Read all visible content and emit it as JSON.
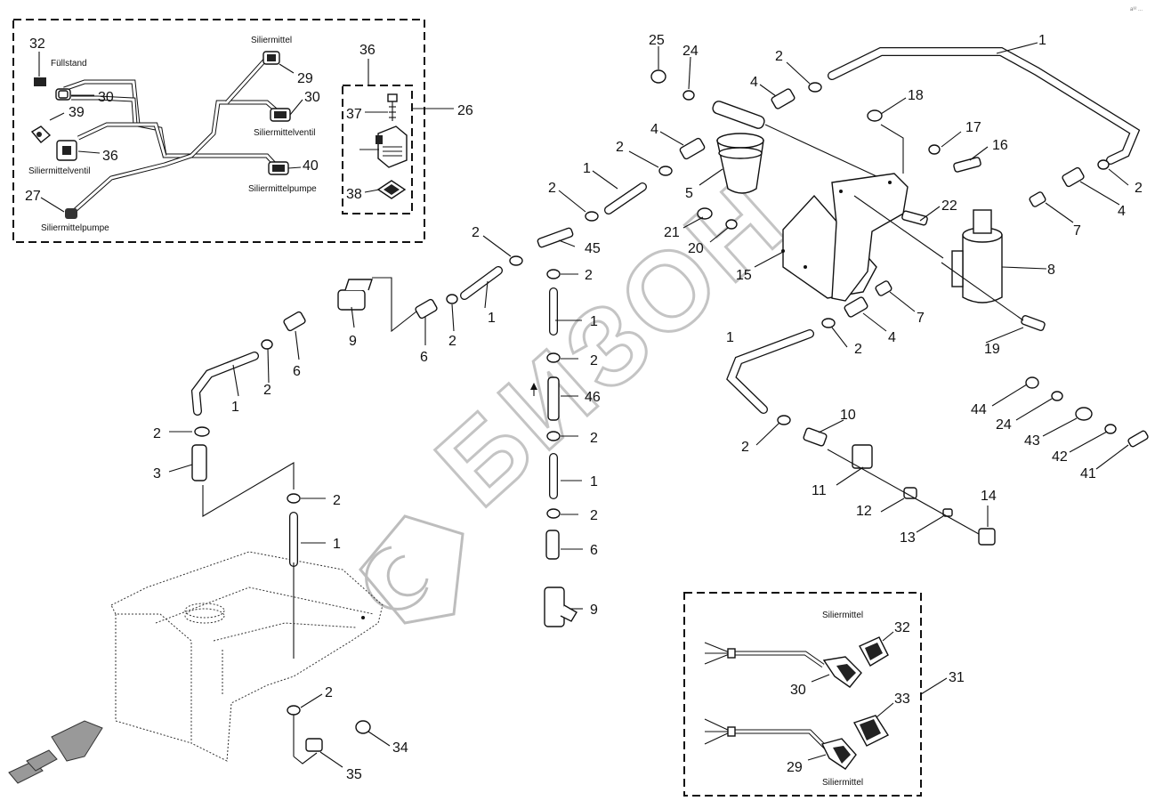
{
  "corner_mark": "a³² ...",
  "watermark": {
    "text": "БИЗОН"
  },
  "inset_top_left": {
    "callout": "26",
    "labels": {
      "fuellstand": "Füllstand",
      "siliermittel": "Siliermittel",
      "siliermittelventil_top": "Siliermittelventil",
      "siliermittelventil_left": "Siliermittelventil",
      "siliermittelpumpe_right": "Siliermittelpumpe",
      "siliermittelpumpe_bottom": "Siliermittelpumpe"
    },
    "numbers": [
      "32",
      "30",
      "39",
      "36",
      "27",
      "29",
      "30",
      "40",
      "36",
      "37",
      "38"
    ]
  },
  "inset_bottom_right": {
    "callout": "31",
    "labels": {
      "top": "Siliermittel",
      "bottom": "Siliermittel"
    },
    "numbers": [
      "32",
      "30",
      "33",
      "29"
    ]
  },
  "callouts": {
    "n25": "25",
    "n24a": "24",
    "n2a": "2",
    "n4a": "4",
    "n1a": "1",
    "n18": "18",
    "n17": "17",
    "n16": "16",
    "n4b": "4",
    "n2b": "2",
    "n5": "5",
    "n2c": "2",
    "n1b": "1",
    "n2d": "2",
    "n2e": "2",
    "n22": "22",
    "n4c": "4",
    "n7a": "7",
    "n21": "21",
    "n20": "20",
    "n45": "45",
    "n2f": "2",
    "n15": "15",
    "n8": "8",
    "n9a": "9",
    "n1c": "1",
    "n1d": "1",
    "n7b": "7",
    "n6a": "6",
    "n2g": "2",
    "n4d": "4",
    "n2h": "2",
    "n19": "19",
    "n6b": "6",
    "n2i": "2",
    "n1e": "1",
    "n2j": "2",
    "n46": "46",
    "n1f": "1",
    "n44": "44",
    "n24b": "24",
    "n43": "43",
    "n2k": "2",
    "n3": "3",
    "n10": "10",
    "n2l": "2",
    "n42": "42",
    "n41": "41",
    "n2m": "2",
    "n2n": "2",
    "n1g": "1",
    "n11": "11",
    "n12": "12",
    "n14": "14",
    "n2o": "2",
    "n13": "13",
    "n1h": "1",
    "n6c": "6",
    "n9b": "9",
    "n2p": "2",
    "n34": "34",
    "n35": "35"
  }
}
